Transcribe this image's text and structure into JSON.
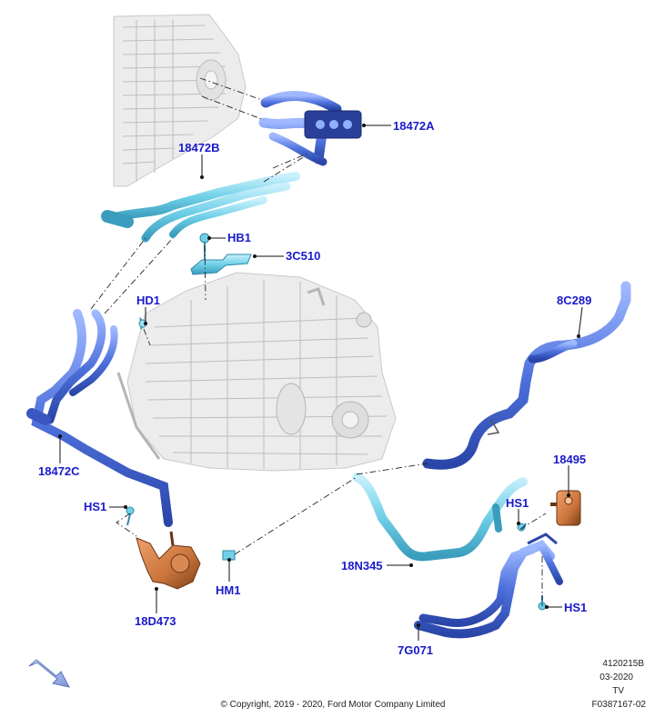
{
  "callouts": {
    "c18472A": "18472A",
    "c18472B": "18472B",
    "cHB1": "HB1",
    "c3C510": "3C510",
    "cHD1": "HD1",
    "c8C289": "8C289",
    "c18472C": "18472C",
    "c18495": "18495",
    "cHS1a": "HS1",
    "cHS1b": "HS1",
    "cHS1c": "HS1",
    "cHM1": "HM1",
    "c18N345": "18N345",
    "c18D473": "18D473",
    "c7G071": "7G071"
  },
  "meta": {
    "ref": "4120215B",
    "date": "03-2020",
    "code": "TV",
    "doc": "F0387167-02",
    "copyright": "© Copyright, 2019 - 2020, Ford Motor Company Limited"
  },
  "colors": {
    "callout": "#1a1acc",
    "hose_blue": "#5b7fe0",
    "hose_cyan": "#6fd0e8",
    "bracket_orange": "#c8733a",
    "engine_grey": "#e6e6e6"
  }
}
